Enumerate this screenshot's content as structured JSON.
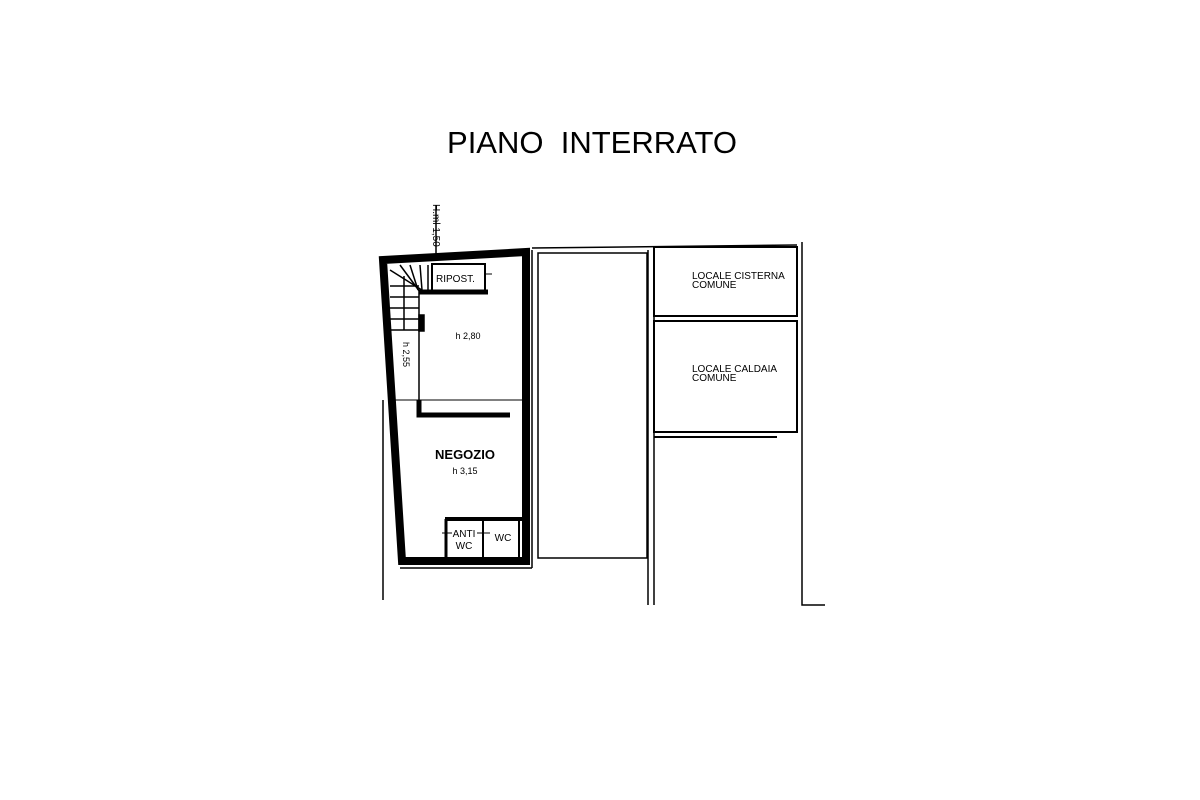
{
  "title": "PIANO  INTERRATO",
  "annotations": {
    "stair_height": "H.ml 1,50",
    "corridor_height": "h 2,55"
  },
  "rooms": {
    "ripost": "RIPOST.",
    "upper_height": "h 2,80",
    "negozio": "NEGOZIO",
    "negozio_height": "h 3,15",
    "anti_wc_line1": "ANTI",
    "anti_wc_line2": "WC",
    "wc": "WC",
    "cisterna_line1": "LOCALE CISTERNA",
    "cisterna_line2": "COMUNE",
    "caldaia_line1": "LOCALE CALDAIA",
    "caldaia_line2": "COMUNE"
  },
  "colors": {
    "ink": "#000000",
    "background": "#ffffff"
  }
}
